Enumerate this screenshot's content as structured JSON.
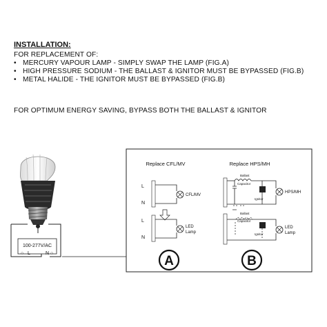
{
  "instructions": {
    "heading": "INSTALLATION:",
    "intro": "FOR REPLACEMENT OF:",
    "bullets": [
      "MERCURY VAPOUR LAMP - SIMPLY SWAP THE LAMP (FIG.A)",
      "HIGH PRESSURE SODIUM - THE BALLAST & IGNITOR MUST BE BYPASSED (FIG.B)",
      "METAL HALIDE - THE IGNITOR MUST BE BYPASSED (FIG.B)"
    ],
    "note": "FOR OPTIMUM ENERGY SAVING, BYPASS BOTH THE BALLAST & IGNITOR"
  },
  "bulb": {
    "voltage_label": "100-277V/AC",
    "live_label": "L",
    "neutral_label": "N"
  },
  "diagram": {
    "fig_a": {
      "title": "Replace CFL/MV",
      "live": "L",
      "neutral": "N",
      "top_lamp_label": "CFL/MV",
      "bottom_lamp_label_1": "LED",
      "bottom_lamp_label_2": "Lamp",
      "badge": "A"
    },
    "fig_b": {
      "title": "Replace HPS/MH",
      "ballast_label": "Ballast",
      "capacitor_label": "Capacitor",
      "ignitor_label": "Ignitor",
      "top_lamp_label": "HPS/MH",
      "bottom_lamp_label_1": "LED",
      "bottom_lamp_label_2": "Lamp",
      "badge": "B"
    },
    "colors": {
      "line": "#222222",
      "dashed": "#333333"
    }
  }
}
